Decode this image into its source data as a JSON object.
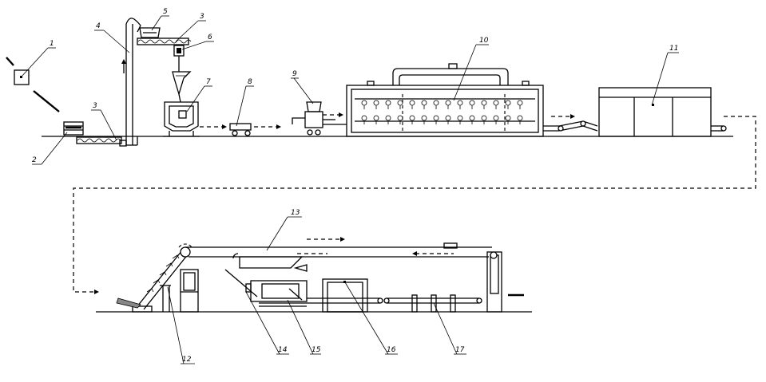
{
  "diagram": {
    "callouts": [
      {
        "id": "1",
        "text": "1"
      },
      {
        "id": "2",
        "text": "2"
      },
      {
        "id": "3a",
        "text": "3"
      },
      {
        "id": "3b",
        "text": "3"
      },
      {
        "id": "4",
        "text": "4"
      },
      {
        "id": "5",
        "text": "5"
      },
      {
        "id": "6",
        "text": "6"
      },
      {
        "id": "7",
        "text": "7"
      },
      {
        "id": "8",
        "text": "8"
      },
      {
        "id": "9",
        "text": "9"
      },
      {
        "id": "10",
        "text": "10"
      },
      {
        "id": "11",
        "text": "11"
      },
      {
        "id": "12",
        "text": "12"
      },
      {
        "id": "13",
        "text": "13"
      },
      {
        "id": "14",
        "text": "14"
      },
      {
        "id": "15",
        "text": "15"
      },
      {
        "id": "16",
        "text": "16"
      },
      {
        "id": "17",
        "text": "17"
      }
    ]
  }
}
